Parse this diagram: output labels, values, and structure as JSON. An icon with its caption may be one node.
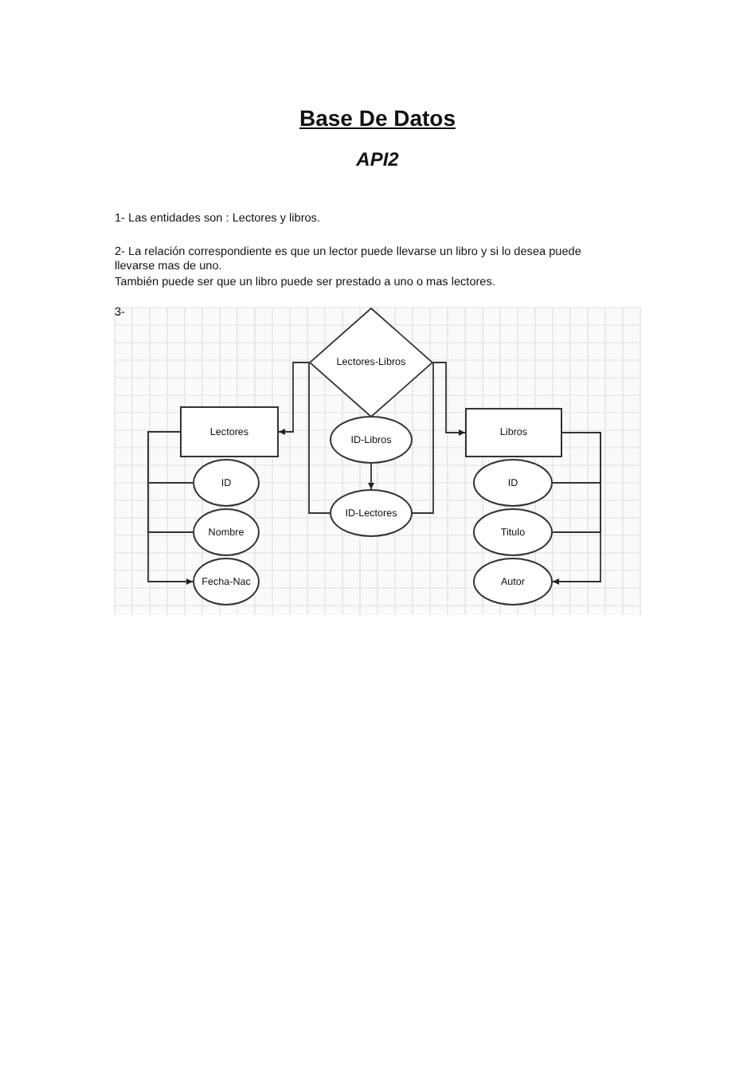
{
  "diagram": {
    "title": "Base De Datos",
    "nodes": [
      {
        "text": [
          "Lectores-Libros"
        ]
      },
      {
        "text": [
          "Lectores"
        ]
      },
      {
        "text": [
          "ID"
        ]
      },
      {
        "text": [
          "Nombre"
        ]
      },
      {
        "text": [
          "Fecha-Nac"
        ]
      },
      {
        "text": [
          "ID-Libros"
        ]
      },
      {
        "text": [
          "ID-Lectores"
        ]
      },
      {
        "text": [
          "Libros"
        ]
      },
      {
        "text": [
          "ID"
        ]
      },
      {
        "text": [
          "Titulo"
        ]
      },
      {
        "text": [
          "Autor"
        ]
      }
    ],
    "edges": [
      {
        "from": 0,
        "to": 1,
        "arrow": "to"
      },
      {
        "from": 0,
        "to": 7,
        "arrow": "to"
      },
      {
        "from": 1,
        "to": 2,
        "arrow": "none"
      },
      {
        "from": 1,
        "to": 3,
        "arrow": "none"
      },
      {
        "from": 1,
        "to": 4,
        "arrow": "to"
      },
      {
        "from": 7,
        "to": 8,
        "arrow": "none"
      },
      {
        "from": 7,
        "to": 9,
        "arrow": "none"
      },
      {
        "from": 7,
        "to": 10,
        "arrow": "to"
      },
      {
        "from": 5,
        "to": 6,
        "arrow": "to"
      },
      {
        "from": 0,
        "to": 6,
        "arrow": "none"
      },
      {
        "from": 0,
        "to": 6,
        "arrow": "none"
      }
    ],
    "labels": [
      "API2",
      "1- Las entidades son : Lectores y libros.",
      "2- La relación correspondiente es que un lector puede llevarse un libro y si lo desea puede llevarse mas de uno.",
      "También puede ser que un libro puede ser prestado a uno o mas lectores.",
      "3-"
    ]
  }
}
